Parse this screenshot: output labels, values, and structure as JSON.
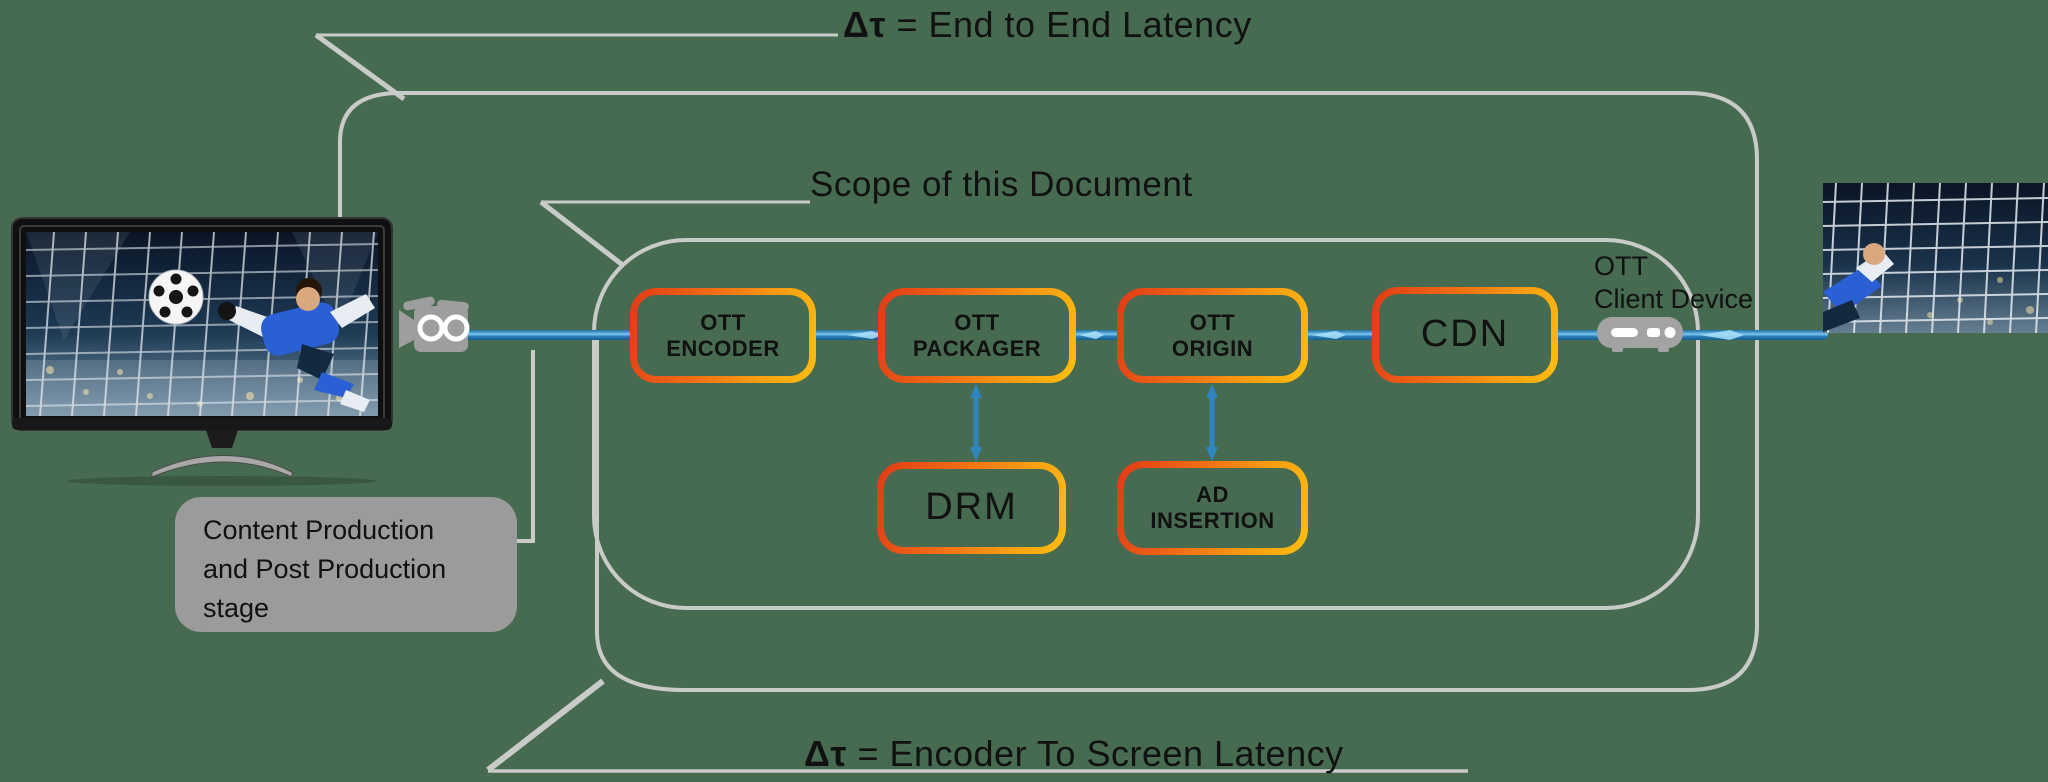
{
  "background_color": "#476b51",
  "colors": {
    "line_gray": "#c9cbc9",
    "note_gray": "#9b9b9b",
    "node_border_start": "#e23917",
    "node_border_end": "#ffbf0e",
    "stream_blue_dark": "#17547f",
    "stream_blue_mid": "#2f85c0",
    "stream_blue_light": "#8fd3f2",
    "text_black": "#111111"
  },
  "titles": {
    "end_to_end": {
      "delta": "Δτ",
      "text": " = End to End Latency"
    },
    "scope": "Scope of this Document",
    "encoder_to_screen": {
      "delta": "Δτ",
      "text": " = Encoder To Screen Latency"
    }
  },
  "pipeline": {
    "nodes": [
      {
        "id": "ott-encoder",
        "line1": "OTT",
        "line2": "ENCODER"
      },
      {
        "id": "ott-packager",
        "line1": "OTT",
        "line2": "PACKAGER"
      },
      {
        "id": "ott-origin",
        "line1": "OTT",
        "line2": "ORIGIN"
      },
      {
        "id": "cdn",
        "line1": "CDN",
        "line2": ""
      }
    ],
    "sub_nodes": [
      {
        "id": "drm",
        "line1": "DRM",
        "line2": ""
      },
      {
        "id": "ad-insertion",
        "line1": "AD",
        "line2": "INSERTION"
      }
    ]
  },
  "client_device": {
    "line1": "OTT",
    "line2": "Client Device"
  },
  "production_note": {
    "lines": [
      "Content Production",
      "and Post Production",
      "stage"
    ]
  },
  "icons": {
    "camera": "video-camera-icon",
    "client_device": "set-top-box-icon",
    "tv": "television-with-soccer-scene",
    "screen_right": "soccer-scene-image"
  }
}
